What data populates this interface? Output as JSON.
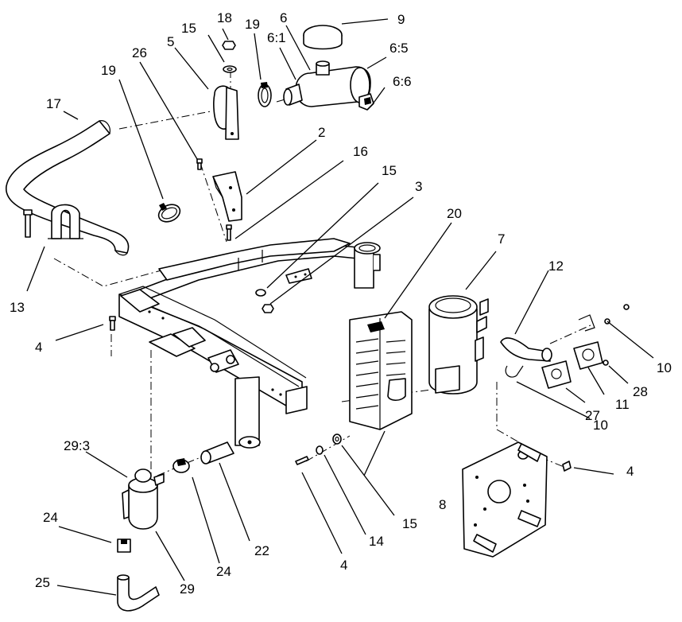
{
  "callouts": {
    "c18": "18",
    "c15a": "15",
    "c19a": "19",
    "c6": "6",
    "c9": "9",
    "c26": "26",
    "c5": "5",
    "c61": "6:1",
    "c65": "6:5",
    "c66": "6:6",
    "c19b": "19",
    "c17": "17",
    "c2": "2",
    "c16": "16",
    "c15b": "15",
    "c3": "3",
    "c20": "20",
    "c7": "7",
    "c12": "12",
    "c13": "13",
    "c4a": "4",
    "c10a": "10",
    "c28": "28",
    "c11": "11",
    "c27": "27",
    "c10b": "10",
    "c293": "29:3",
    "c4b": "4",
    "c8": "8",
    "c24a": "24",
    "c15c": "15",
    "c14": "14",
    "c22": "22",
    "c4c": "4",
    "c24b": "24",
    "c29": "29",
    "c25": "25"
  }
}
